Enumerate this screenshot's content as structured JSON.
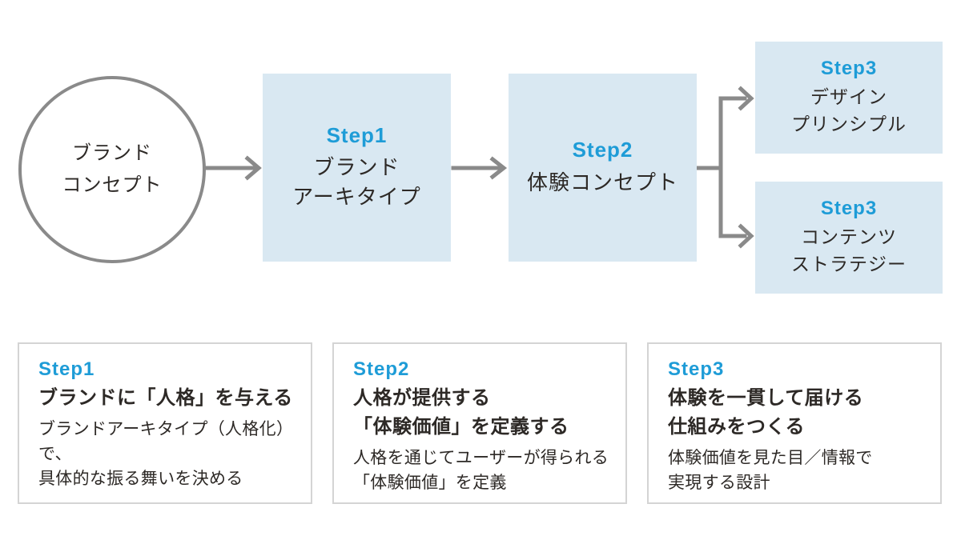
{
  "colors": {
    "box_bg": "#d9e8f2",
    "accent_blue": "#1e9cd7",
    "text_dark": "#2d2926",
    "arrow_gray": "#8a8a8a",
    "card_border": "#d4d4d4",
    "page_bg": "#ffffff"
  },
  "diagram": {
    "source": {
      "lines": [
        "ブランド",
        "コンセプト"
      ]
    },
    "step1": {
      "step": "Step1",
      "lines": [
        "ブランド",
        "アーキタイプ"
      ]
    },
    "step2": {
      "step": "Step2",
      "lines": [
        "体験コンセプト"
      ]
    },
    "step3_design": {
      "step": "Step3",
      "lines": [
        "デザイン",
        "プリンシプル"
      ]
    },
    "step3_content": {
      "step": "Step3",
      "lines": [
        "コンテンツ",
        "ストラテジー"
      ]
    }
  },
  "cards": [
    {
      "step": "Step1",
      "title_lines": [
        "ブランドに「人格」を与える"
      ],
      "body_lines": [
        "ブランドアーキタイプ（人格化）で、",
        "具体的な振る舞いを決める"
      ]
    },
    {
      "step": "Step2",
      "title_lines": [
        "人格が提供する",
        "「体験価値」を定義する"
      ],
      "body_lines": [
        "人格を通じてユーザーが得られる",
        "「体験価値」を定義"
      ]
    },
    {
      "step": "Step3",
      "title_lines": [
        "体験を一貫して届ける",
        "仕組みをつくる"
      ],
      "body_lines": [
        "体験価値を見た目／情報で",
        "実現する設計"
      ]
    }
  ]
}
